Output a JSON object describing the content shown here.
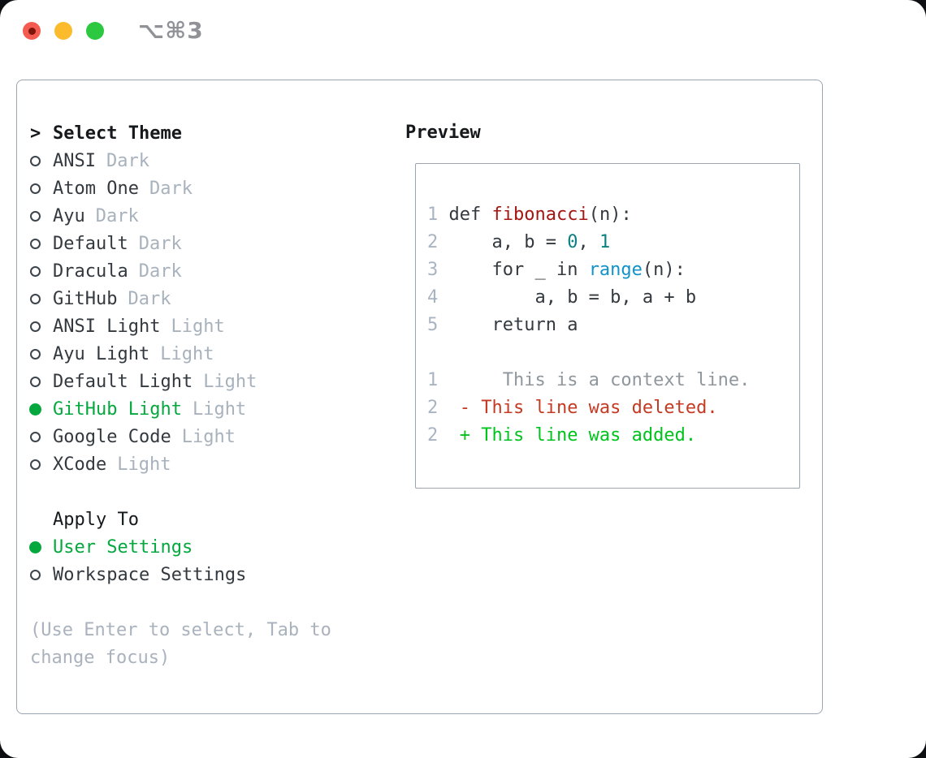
{
  "window": {
    "title": "⌥⌘3"
  },
  "select_theme": {
    "prefix": ">",
    "heading": "Select Theme",
    "items": [
      {
        "name": "ANSI",
        "variant": "Dark",
        "selected": false
      },
      {
        "name": "Atom One",
        "variant": "Dark",
        "selected": false
      },
      {
        "name": "Ayu",
        "variant": "Dark",
        "selected": false
      },
      {
        "name": "Default",
        "variant": "Dark",
        "selected": false
      },
      {
        "name": "Dracula",
        "variant": "Dark",
        "selected": false
      },
      {
        "name": "GitHub",
        "variant": "Dark",
        "selected": false
      },
      {
        "name": "ANSI Light",
        "variant": "Light",
        "selected": false
      },
      {
        "name": "Ayu Light",
        "variant": "Light",
        "selected": false
      },
      {
        "name": "Default Light",
        "variant": "Light",
        "selected": false
      },
      {
        "name": "GitHub Light",
        "variant": "Light",
        "selected": true
      },
      {
        "name": "Google Code",
        "variant": "Light",
        "selected": false
      },
      {
        "name": "XCode",
        "variant": "Light",
        "selected": false
      }
    ]
  },
  "apply_to": {
    "heading": "Apply To",
    "options": [
      {
        "label": "User Settings",
        "selected": true
      },
      {
        "label": "Workspace Settings",
        "selected": false
      }
    ]
  },
  "hint": {
    "line1": "(Use Enter to select, Tab to",
    "line2": "change focus)"
  },
  "preview": {
    "heading": "Preview",
    "lines": [
      {
        "segments": [
          {
            "text": "1 ",
            "style": "lineno"
          },
          {
            "text": "def ",
            "style": "plain"
          },
          {
            "text": "fibonacci",
            "style": "function"
          },
          {
            "text": "(n):",
            "style": "plain"
          }
        ]
      },
      {
        "segments": [
          {
            "text": "2",
            "style": "lineno"
          },
          {
            "text": "     a, b = ",
            "style": "plain"
          },
          {
            "text": "0",
            "style": "number"
          },
          {
            "text": ", ",
            "style": "plain"
          },
          {
            "text": "1",
            "style": "number"
          }
        ]
      },
      {
        "segments": [
          {
            "text": "3",
            "style": "lineno"
          },
          {
            "text": "     for _ in ",
            "style": "plain"
          },
          {
            "text": "range",
            "style": "builtin"
          },
          {
            "text": "(n):",
            "style": "plain"
          }
        ]
      },
      {
        "segments": [
          {
            "text": "4",
            "style": "lineno"
          },
          {
            "text": "         a, b = b, a + b",
            "style": "plain"
          }
        ]
      },
      {
        "segments": [
          {
            "text": "5",
            "style": "lineno"
          },
          {
            "text": "     return a",
            "style": "plain"
          }
        ]
      },
      {
        "segments": []
      },
      {
        "segments": [
          {
            "text": "1",
            "style": "lineno"
          },
          {
            "text": "      This is a context line.",
            "style": "context"
          }
        ]
      },
      {
        "segments": [
          {
            "text": "2",
            "style": "lineno"
          },
          {
            "text": "  - This line was deleted.",
            "style": "deleted"
          }
        ]
      },
      {
        "segments": [
          {
            "text": "2",
            "style": "lineno"
          },
          {
            "text": "  + This line was added.",
            "style": "added"
          }
        ]
      }
    ]
  },
  "colors": {
    "selected_green": "#05a83e",
    "added_green": "#00c41d",
    "deleted_red": "#c43a22",
    "function_red": "#a31612",
    "number_teal": "#0b7f81",
    "builtin_blue": "#1292c9",
    "traffic_red": "#f45c52",
    "traffic_yellow": "#fbbb2c",
    "traffic_green": "#2bc840"
  }
}
